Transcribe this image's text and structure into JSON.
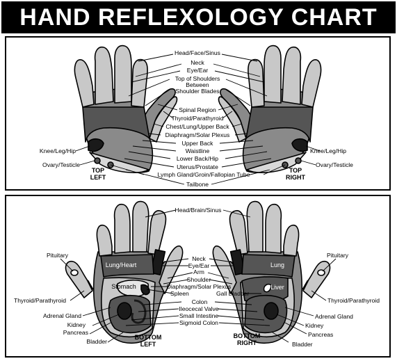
{
  "title": "HAND REFLEXOLOGY CHART",
  "top_panel": {
    "labels": {
      "head_face_sinus": "Head/Face/Sinus",
      "neck": "Neck",
      "eye_ear": "Eye/Ear",
      "top_of_shoulders": "Top of Shoulders",
      "between": "Between",
      "shoulder_blades": "Shoulder Blades",
      "spinal_region": "Spinal Region",
      "thyroid_parathyroid": "Thyroid/Parathyroid",
      "chest_lung_upper_back": "Chest/Lung/Upper Back",
      "diaphragm_solar_plexus": "Diaphragm/Solar Plexus",
      "upper_back": "Upper Back",
      "waistline": "Waistline",
      "lower_back_hip": "Lower Back/Hip",
      "uterus_prostate": "Uterus/Prostate",
      "lymph_gland": "Lymph Gland/Groin/Fallopian Tube",
      "tailbone": "Tailbone",
      "knee_leg_hip_left": "Knee/Leg/Hip",
      "ovary_testicle_left": "Ovary/Testicle",
      "knee_leg_hip_right": "Knee/Leg/Hip",
      "ovary_testicle_right": "Ovary/Testicle"
    },
    "left_caption": [
      "TOP",
      "LEFT"
    ],
    "right_caption": [
      "TOP",
      "RIGHT"
    ]
  },
  "bottom_panel": {
    "labels": {
      "head_brain_sinus": "Head/Brain/Sinus",
      "pituitary_left": "Pituitary",
      "pituitary_right": "Pituitary",
      "neck": "Neck",
      "eye_ear": "Eye/Ear",
      "arm": "Arm",
      "shoulder": "Shoulder",
      "diaphragm_solar_plexus": "Diaphragm/Solar Plexus",
      "gall_bladder": "Gall Bladder",
      "spleen": "Spleen",
      "colon": "Colon",
      "ileocecal_valve": "Ileocecal Valve",
      "small_intestine": "Small Intestine",
      "sigmoid_colon": "Sigmoid Colon",
      "thyroid_parathyroid_left": "Thyroid/Parathyroid",
      "thyroid_parathyroid_right": "Thyroid/Parathyroid",
      "adrenal_gland_left": "Adrenal Gland",
      "adrenal_gland_right": "Adrenal Gland",
      "kidney_left": "Kidney",
      "kidney_right": "Kidney",
      "pancreas_left": "Pancreas",
      "pancreas_right": "Pancreas",
      "bladder_left": "Bladder",
      "bladder_right": "Bladder"
    },
    "organs": {
      "lung_heart": "Lung/Heart",
      "lung": "Lung",
      "stomach": "Stomach",
      "liver": "Liver"
    },
    "left_caption": [
      "BOTTOM",
      "LEFT"
    ],
    "right_caption": [
      "BOTTOM",
      "RIGHT"
    ]
  },
  "colors": {
    "title_bg": "#000000",
    "title_text": "#ffffff",
    "light_zone": "#c8c8c8",
    "mid_zone": "#8a8a8a",
    "dark_zone": "#555555",
    "black_zone": "#1a1a1a",
    "outline": "#000000"
  }
}
